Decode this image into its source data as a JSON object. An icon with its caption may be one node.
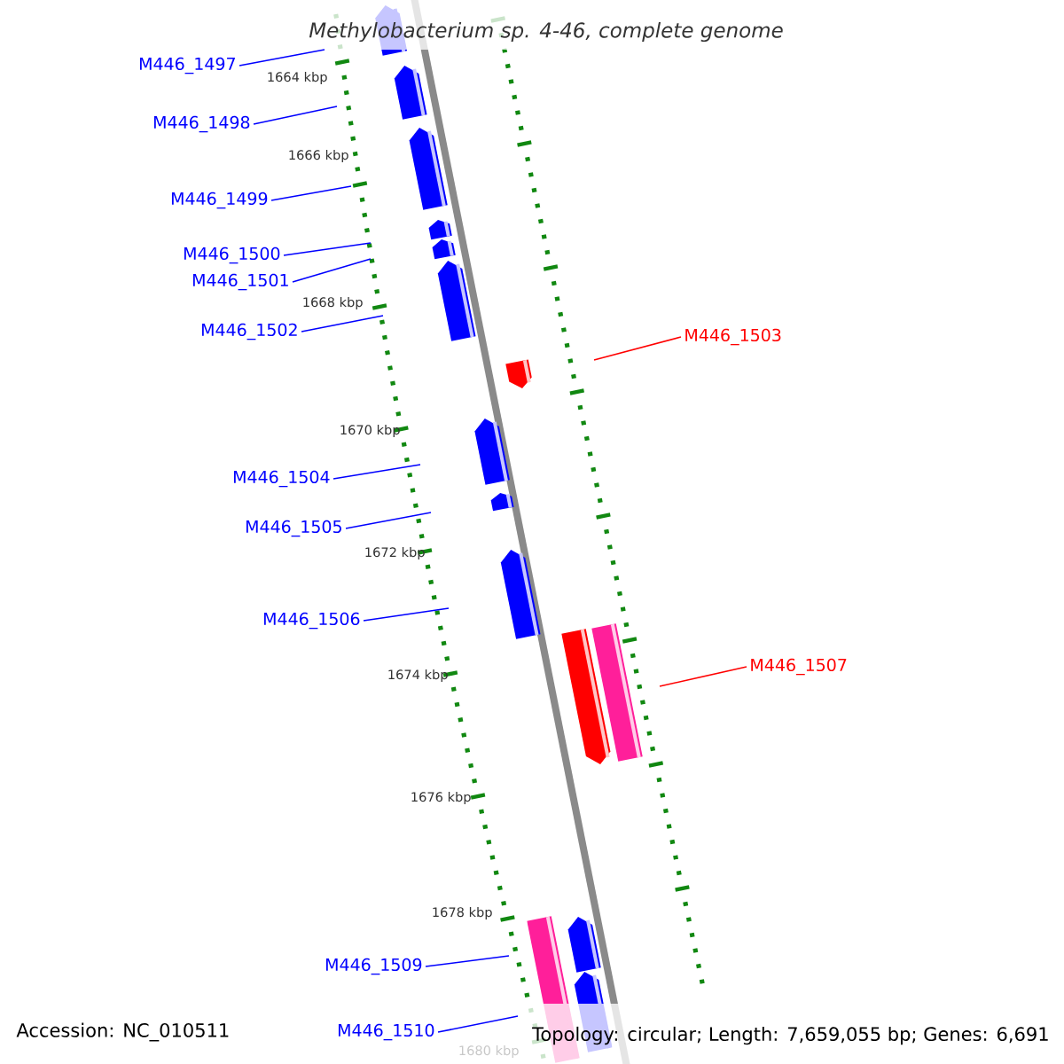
{
  "diagram": {
    "title": "Methylobacterium sp. 4-46, complete genome",
    "nodes": [
      {
        "text": [
          "M446_1497"
        ]
      },
      {
        "text": [
          "M446_1498"
        ]
      },
      {
        "text": [
          "M446_1499"
        ]
      },
      {
        "text": [
          "M446_1500"
        ]
      },
      {
        "text": [
          "M446_1501"
        ]
      },
      {
        "text": [
          "M446_1502"
        ]
      },
      {
        "text": [
          "M446_1503"
        ]
      },
      {
        "text": [
          "M446_1504"
        ]
      },
      {
        "text": [
          "M446_1505"
        ]
      },
      {
        "text": [
          "M446_1506"
        ]
      },
      {
        "text": [
          "M446_1507"
        ]
      },
      {
        "text": [
          "M446_1509"
        ]
      },
      {
        "text": [
          "M446_1510"
        ]
      }
    ],
    "edges": [
      {
        "from": 0,
        "to": null,
        "arrow": "none"
      },
      {
        "from": 1,
        "to": null,
        "arrow": "none"
      },
      {
        "from": 2,
        "to": null,
        "arrow": "none"
      },
      {
        "from": 3,
        "to": null,
        "arrow": "none"
      },
      {
        "from": 4,
        "to": null,
        "arrow": "none"
      },
      {
        "from": 5,
        "to": null,
        "arrow": "none"
      },
      {
        "from": 6,
        "to": null,
        "arrow": "none",
        "color": "#ff0000"
      },
      {
        "from": 7,
        "to": null,
        "arrow": "none"
      },
      {
        "from": 8,
        "to": null,
        "arrow": "none"
      },
      {
        "from": 9,
        "to": null,
        "arrow": "none"
      },
      {
        "from": 10,
        "to": null,
        "arrow": "none",
        "color": "#ff0000"
      },
      {
        "from": 11,
        "to": null,
        "arrow": "none"
      },
      {
        "from": 12,
        "to": null,
        "arrow": "none"
      }
    ],
    "labels": [
      "1664 kbp",
      "1666 kbp",
      "1668 kbp",
      "1670 kbp",
      "1672 kbp",
      "1674 kbp",
      "1676 kbp",
      "1678 kbp",
      "1680 kbp",
      "Accession: NC_010511",
      "Topology: circular; Length: 7,659,055 bp; Genes: 6,691"
    ]
  }
}
